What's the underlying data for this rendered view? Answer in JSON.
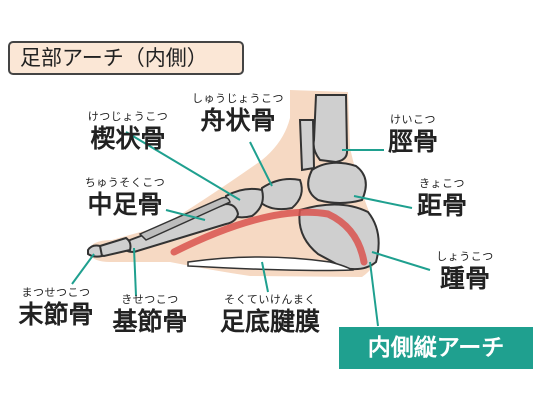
{
  "title": "足部アーチ（内側）",
  "arch_label": "内側縦アーチ",
  "labels": {
    "kusabijo": {
      "reading": "けつじょうこつ",
      "name": "楔状骨"
    },
    "shujo": {
      "reading": "しゅうじょうこつ",
      "name": "舟状骨"
    },
    "keikotsu": {
      "reading": "けいこつ",
      "name": "脛骨"
    },
    "chusoku": {
      "reading": "ちゅうそくこつ",
      "name": "中足骨"
    },
    "kyokotsu": {
      "reading": "きょこつ",
      "name": "距骨"
    },
    "shokotsu": {
      "reading": "しょうこつ",
      "name": "踵骨"
    },
    "massetsu": {
      "reading": "まつせつこつ",
      "name": "末節骨"
    },
    "kisetsu": {
      "reading": "きせつこつ",
      "name": "基節骨"
    },
    "sokutei": {
      "reading": "そくていけんまく",
      "name": "足底腱膜"
    }
  },
  "colors": {
    "skin": "#f6d9c3",
    "bone": "#cfcfcf",
    "leader": "#1fa08f",
    "arch": "#d9534f",
    "title_bg": "#fbe7d6"
  }
}
